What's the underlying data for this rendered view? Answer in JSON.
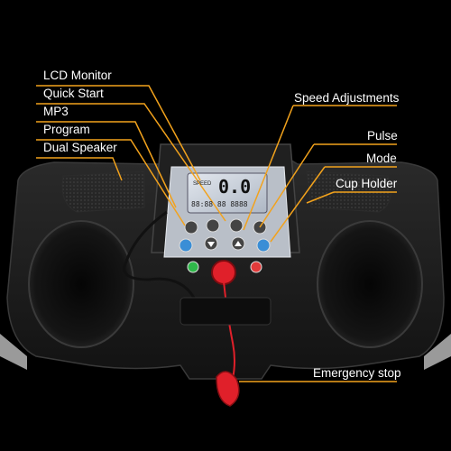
{
  "labels": {
    "lcd_monitor": "LCD Monitor",
    "quick_start": "Quick Start",
    "mp3": "MP3",
    "program": "Program",
    "dual_speaker": "Dual Speaker",
    "speed_adjustments": "Speed Adjustments",
    "pulse": "Pulse",
    "mode": "Mode",
    "cup_holder": "Cup Holder",
    "emergency_stop": "Emergency stop"
  },
  "display": {
    "speed_label": "SPEED",
    "speed_value": "0.0",
    "readout": "88:88 88 8888"
  },
  "colors": {
    "callout_line": "#f2a21c",
    "background": "#000000",
    "console_body": "#1b1b1b",
    "lcd_screen": "#cfd6e0",
    "safety_key": "#e0202a",
    "start_button": "#2fb84a",
    "stop_button": "#e23b3b",
    "side_button": "#3a8ed6"
  },
  "icons": [
    "speaker-grille-icon",
    "cup-holder-icon",
    "safety-key-icon",
    "start-button-icon",
    "stop-button-icon",
    "arrow-up-icon",
    "arrow-down-icon"
  ]
}
